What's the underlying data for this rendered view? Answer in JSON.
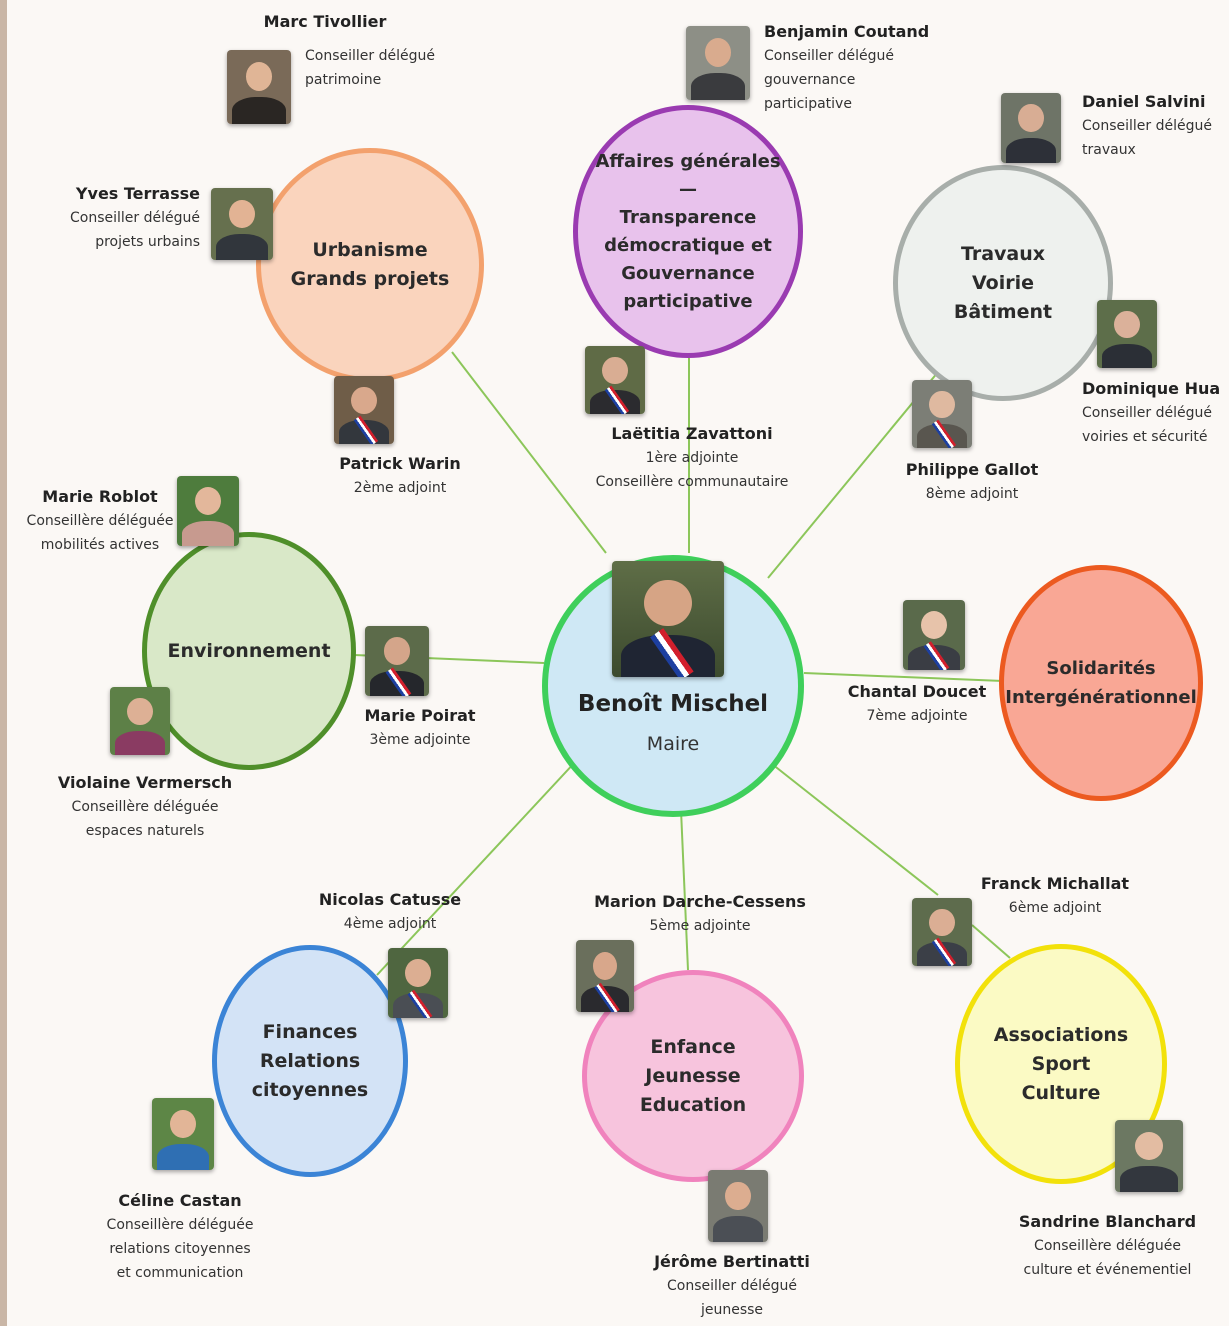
{
  "center": {
    "name": "Benoît Mischel",
    "role": "Maire"
  },
  "poles": {
    "urbanisme": "Urbanisme\nGrands projets",
    "affaires": "Affaires générales\n—\nTransparence\ndémocratique et\nGouvernance\nparticipative",
    "travaux": "Travaux\nVoirie\nBâtiment",
    "environnement": "Environnement",
    "solidarites": "Solidarités\nIntergénérationnel",
    "finances": "Finances\nRelations\ncitoyennes",
    "enfance": "Enfance\nJeunesse\nEducation",
    "associations": "Associations\nSport\nCulture"
  },
  "people": {
    "tivollier": {
      "name": "Marc Tivollier",
      "l1": "Conseiller délégué",
      "l2": "patrimoine"
    },
    "coutand": {
      "name": "Benjamin Coutand",
      "l1": "Conseiller délégué",
      "l2": "gouvernance",
      "l3": "participative"
    },
    "salvini": {
      "name": "Daniel Salvini",
      "l1": "Conseiller délégué",
      "l2": "travaux"
    },
    "terrasse": {
      "name": "Yves Terrasse",
      "l1": "Conseiller délégué",
      "l2": "projets urbains"
    },
    "hua": {
      "name": "Dominique Hua",
      "l1": "Conseiller délégué",
      "l2": "voiries et sécurité"
    },
    "warin": {
      "name": "Patrick Warin",
      "l1": "2ème adjoint"
    },
    "zavattoni": {
      "name": "Laëtitia Zavattoni",
      "l1": "1ère adjointe",
      "l2": "Conseillère communautaire"
    },
    "gallot": {
      "name": "Philippe Gallot",
      "l1": "8ème adjoint"
    },
    "roblot": {
      "name": "Marie Roblot",
      "l1": "Conseillère déléguée",
      "l2": "mobilités actives"
    },
    "poirat": {
      "name": "Marie Poirat",
      "l1": "3ème adjointe"
    },
    "doucet": {
      "name": "Chantal Doucet",
      "l1": "7ème adjointe"
    },
    "vermersch": {
      "name": "Violaine Vermersch",
      "l1": "Conseillère déléguée",
      "l2": "espaces naturels"
    },
    "catusse": {
      "name": "Nicolas Catusse",
      "l1": "4ème adjoint"
    },
    "darche": {
      "name": "Marion Darche-Cessens",
      "l1": "5ème adjointe"
    },
    "michallat": {
      "name": "Franck Michallat",
      "l1": "6ème adjoint"
    },
    "castan": {
      "name": "Céline Castan",
      "l1": "Conseillère déléguée",
      "l2": "relations citoyennes",
      "l3": "et communication"
    },
    "bertinatti": {
      "name": "Jérôme Bertinatti",
      "l1": "Conseiller délégué",
      "l2": "jeunesse"
    },
    "blanchard": {
      "name": "Sandrine Blanchard",
      "l1": "Conseillère déléguée",
      "l2": "culture et événementiel"
    }
  }
}
